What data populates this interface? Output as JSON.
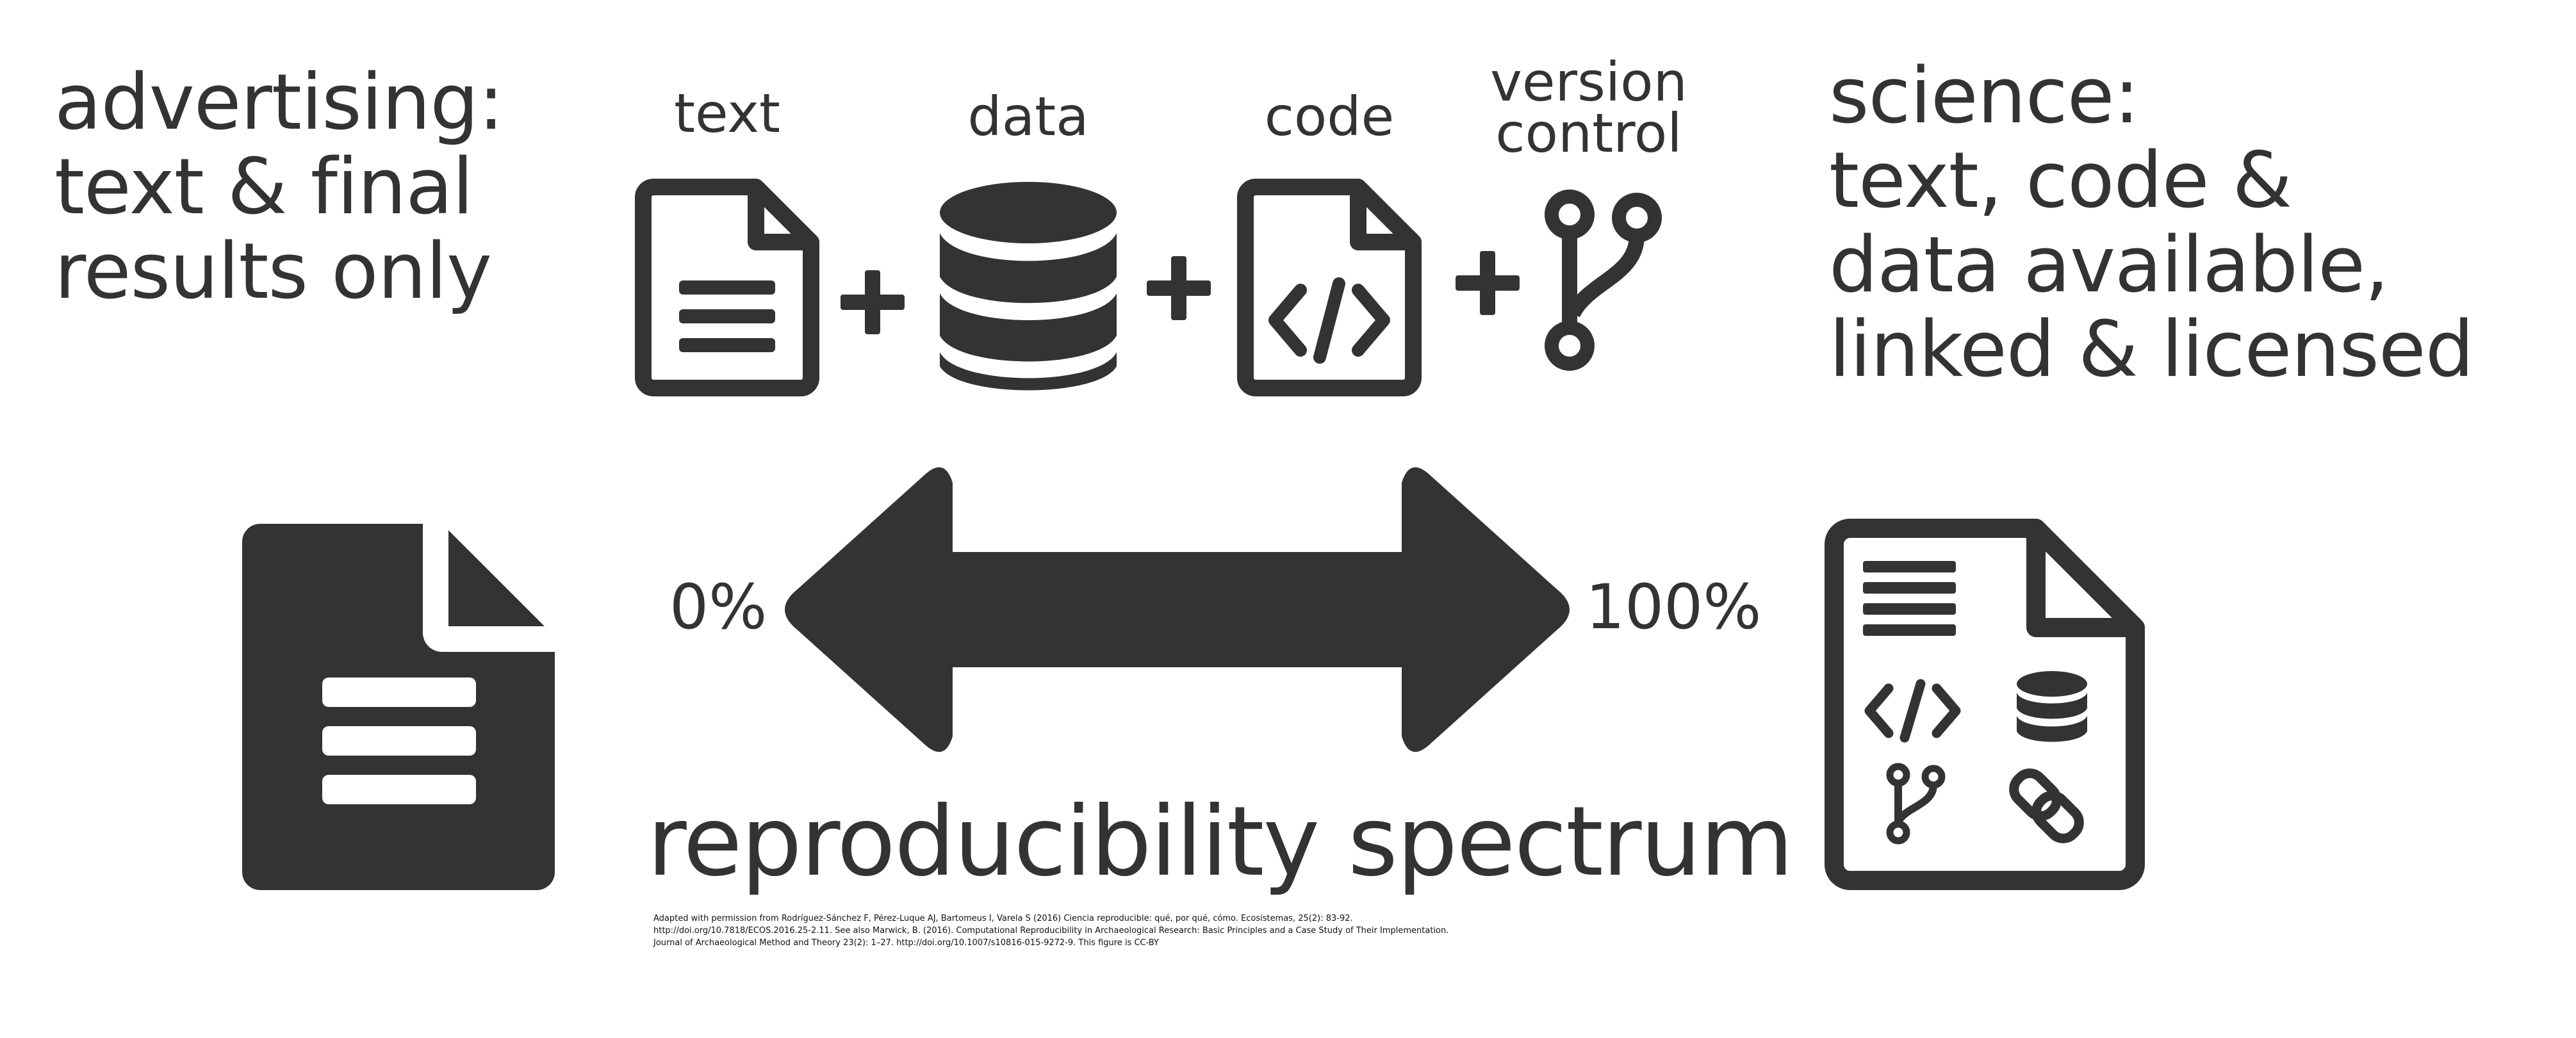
{
  "colors": {
    "ink": "#333333",
    "background": "#ffffff"
  },
  "left_heading": {
    "lines": [
      "advertising:",
      "text & final",
      "results only"
    ]
  },
  "right_heading": {
    "lines": [
      "science:",
      "text, code &",
      "data available,",
      "linked & licensed"
    ]
  },
  "components": {
    "items": [
      {
        "label": "text",
        "icon": "file-text-icon"
      },
      {
        "label": "data",
        "icon": "database-icon"
      },
      {
        "label": "code",
        "icon": "file-code-icon"
      },
      {
        "label_lines": [
          "version",
          "control"
        ],
        "icon": "code-branch-icon"
      }
    ],
    "joiner": "+"
  },
  "spectrum": {
    "min_label": "0%",
    "max_label": "100%",
    "title": "reproducibility spectrum",
    "left_icon": "document-text-icon",
    "right_icon": "document-full-icon",
    "right_icon_contents": [
      "text-lines-icon",
      "code-icon",
      "database-icon",
      "branch-icon",
      "link-icon"
    ]
  },
  "citation": {
    "lines": [
      "Adapted with permission from Rodríguez-Sánchez F, Pérez-Luque AJ, Bartomeus I, Varela S (2016) Ciencia reproducible: qué, por qué, cómo. Ecosistemas, 25(2): 83-92.",
      "http://doi.org/10.7818/ECOS.2016.25-2.11.  See also Marwick, B. (2016). Computational Reproducibility in Archaeological Research: Basic Principles and a Case Study of Their Implementation.",
      "Journal of Archaeological Method and Theory 23(2): 1–27.  http://doi.org/10.1007/s10816-015-9272-9. This figure is CC-BY"
    ]
  }
}
